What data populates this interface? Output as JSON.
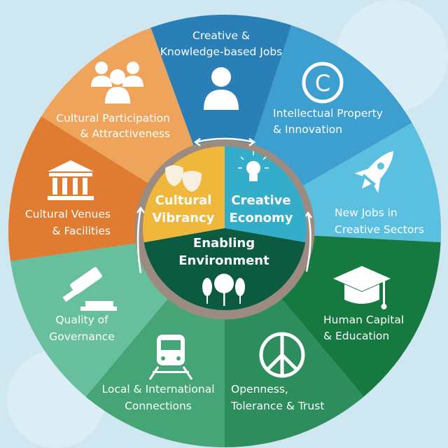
{
  "colors": {
    "background": "#cfe7f0",
    "ring": "#9c8b80",
    "cultural_vibrancy": "#f0b73d",
    "creative_economy": "#33adc9",
    "enabling_environment": "#0c5a3f"
  },
  "inner": {
    "cultural_vibrancy": [
      "Cultural",
      "Vibrancy"
    ],
    "creative_economy": [
      "Creative",
      "Economy"
    ],
    "enabling_environment": [
      "Enabling",
      "Environment"
    ]
  },
  "segments": [
    {
      "lines": [
        "Creative &",
        "Knowledge-based Jobs"
      ],
      "icon": "person-icon",
      "color": "#2a7fb6"
    },
    {
      "lines": [
        "Intellectual Property",
        "& Innovation"
      ],
      "icon": "copyright-icon",
      "color": "#3d9fd0"
    },
    {
      "lines": [
        "New Jobs in",
        "Creative Sectors"
      ],
      "icon": "rocket-icon",
      "color": "#5bbfe0"
    },
    {
      "lines": [
        "Human Capital",
        "& Education"
      ],
      "icon": "graduation-cap-icon",
      "color": "#16793f"
    },
    {
      "lines": [
        "Openness,",
        "Tolerance & Trust"
      ],
      "icon": "peace-icon",
      "color": "#2d8d5d"
    },
    {
      "lines": [
        "Local & International",
        "Connections"
      ],
      "icon": "train-icon",
      "color": "#45a577"
    },
    {
      "lines": [
        "Quality of",
        "Governance"
      ],
      "icon": "gavel-icon",
      "color": "#68bf9e"
    },
    {
      "lines": [
        "Cultural Venues",
        "& Facilities"
      ],
      "icon": "building-icon",
      "color": "#e07c32"
    },
    {
      "lines": [
        "Cultural Participation",
        "& Attractiveness"
      ],
      "icon": "people-icon",
      "color": "#eea45b"
    }
  ]
}
